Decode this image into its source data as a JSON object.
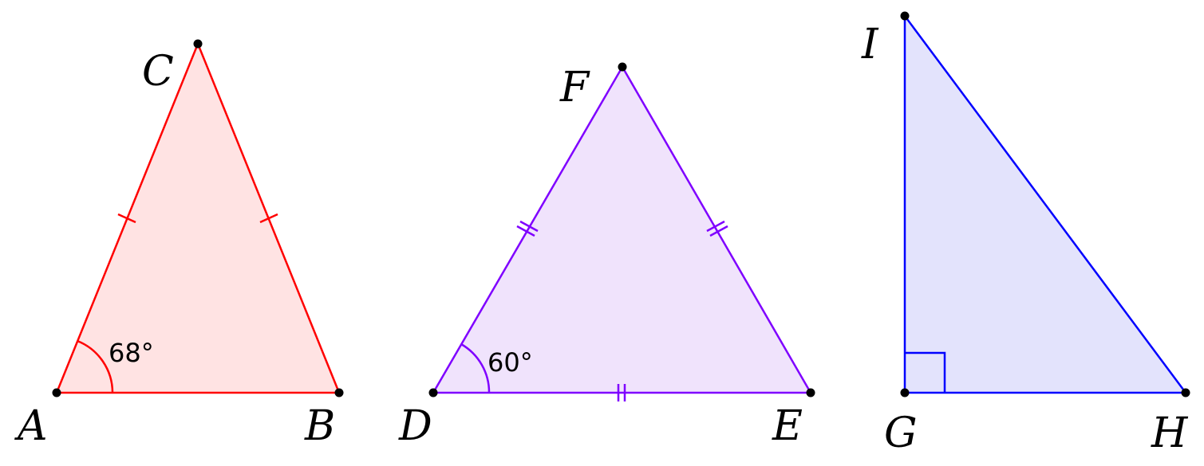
{
  "triangles": [
    {
      "id": "abc",
      "stroke": "#ff0000",
      "fill": "#ffe3e3",
      "vertices": [
        "A",
        "B",
        "C"
      ],
      "angle": "68°",
      "ticks": "single on AC and BC"
    },
    {
      "id": "def",
      "stroke": "#7f00ff",
      "fill": "#f0e3fc",
      "vertices": [
        "D",
        "E",
        "F"
      ],
      "angle": "60°",
      "ticks": "double on DF, EF and DE"
    },
    {
      "id": "ghi",
      "stroke": "#0000ff",
      "fill": "#e3e3fc",
      "vertices": [
        "G",
        "H",
        "I"
      ],
      "angle_marker": "right-angle"
    }
  ]
}
